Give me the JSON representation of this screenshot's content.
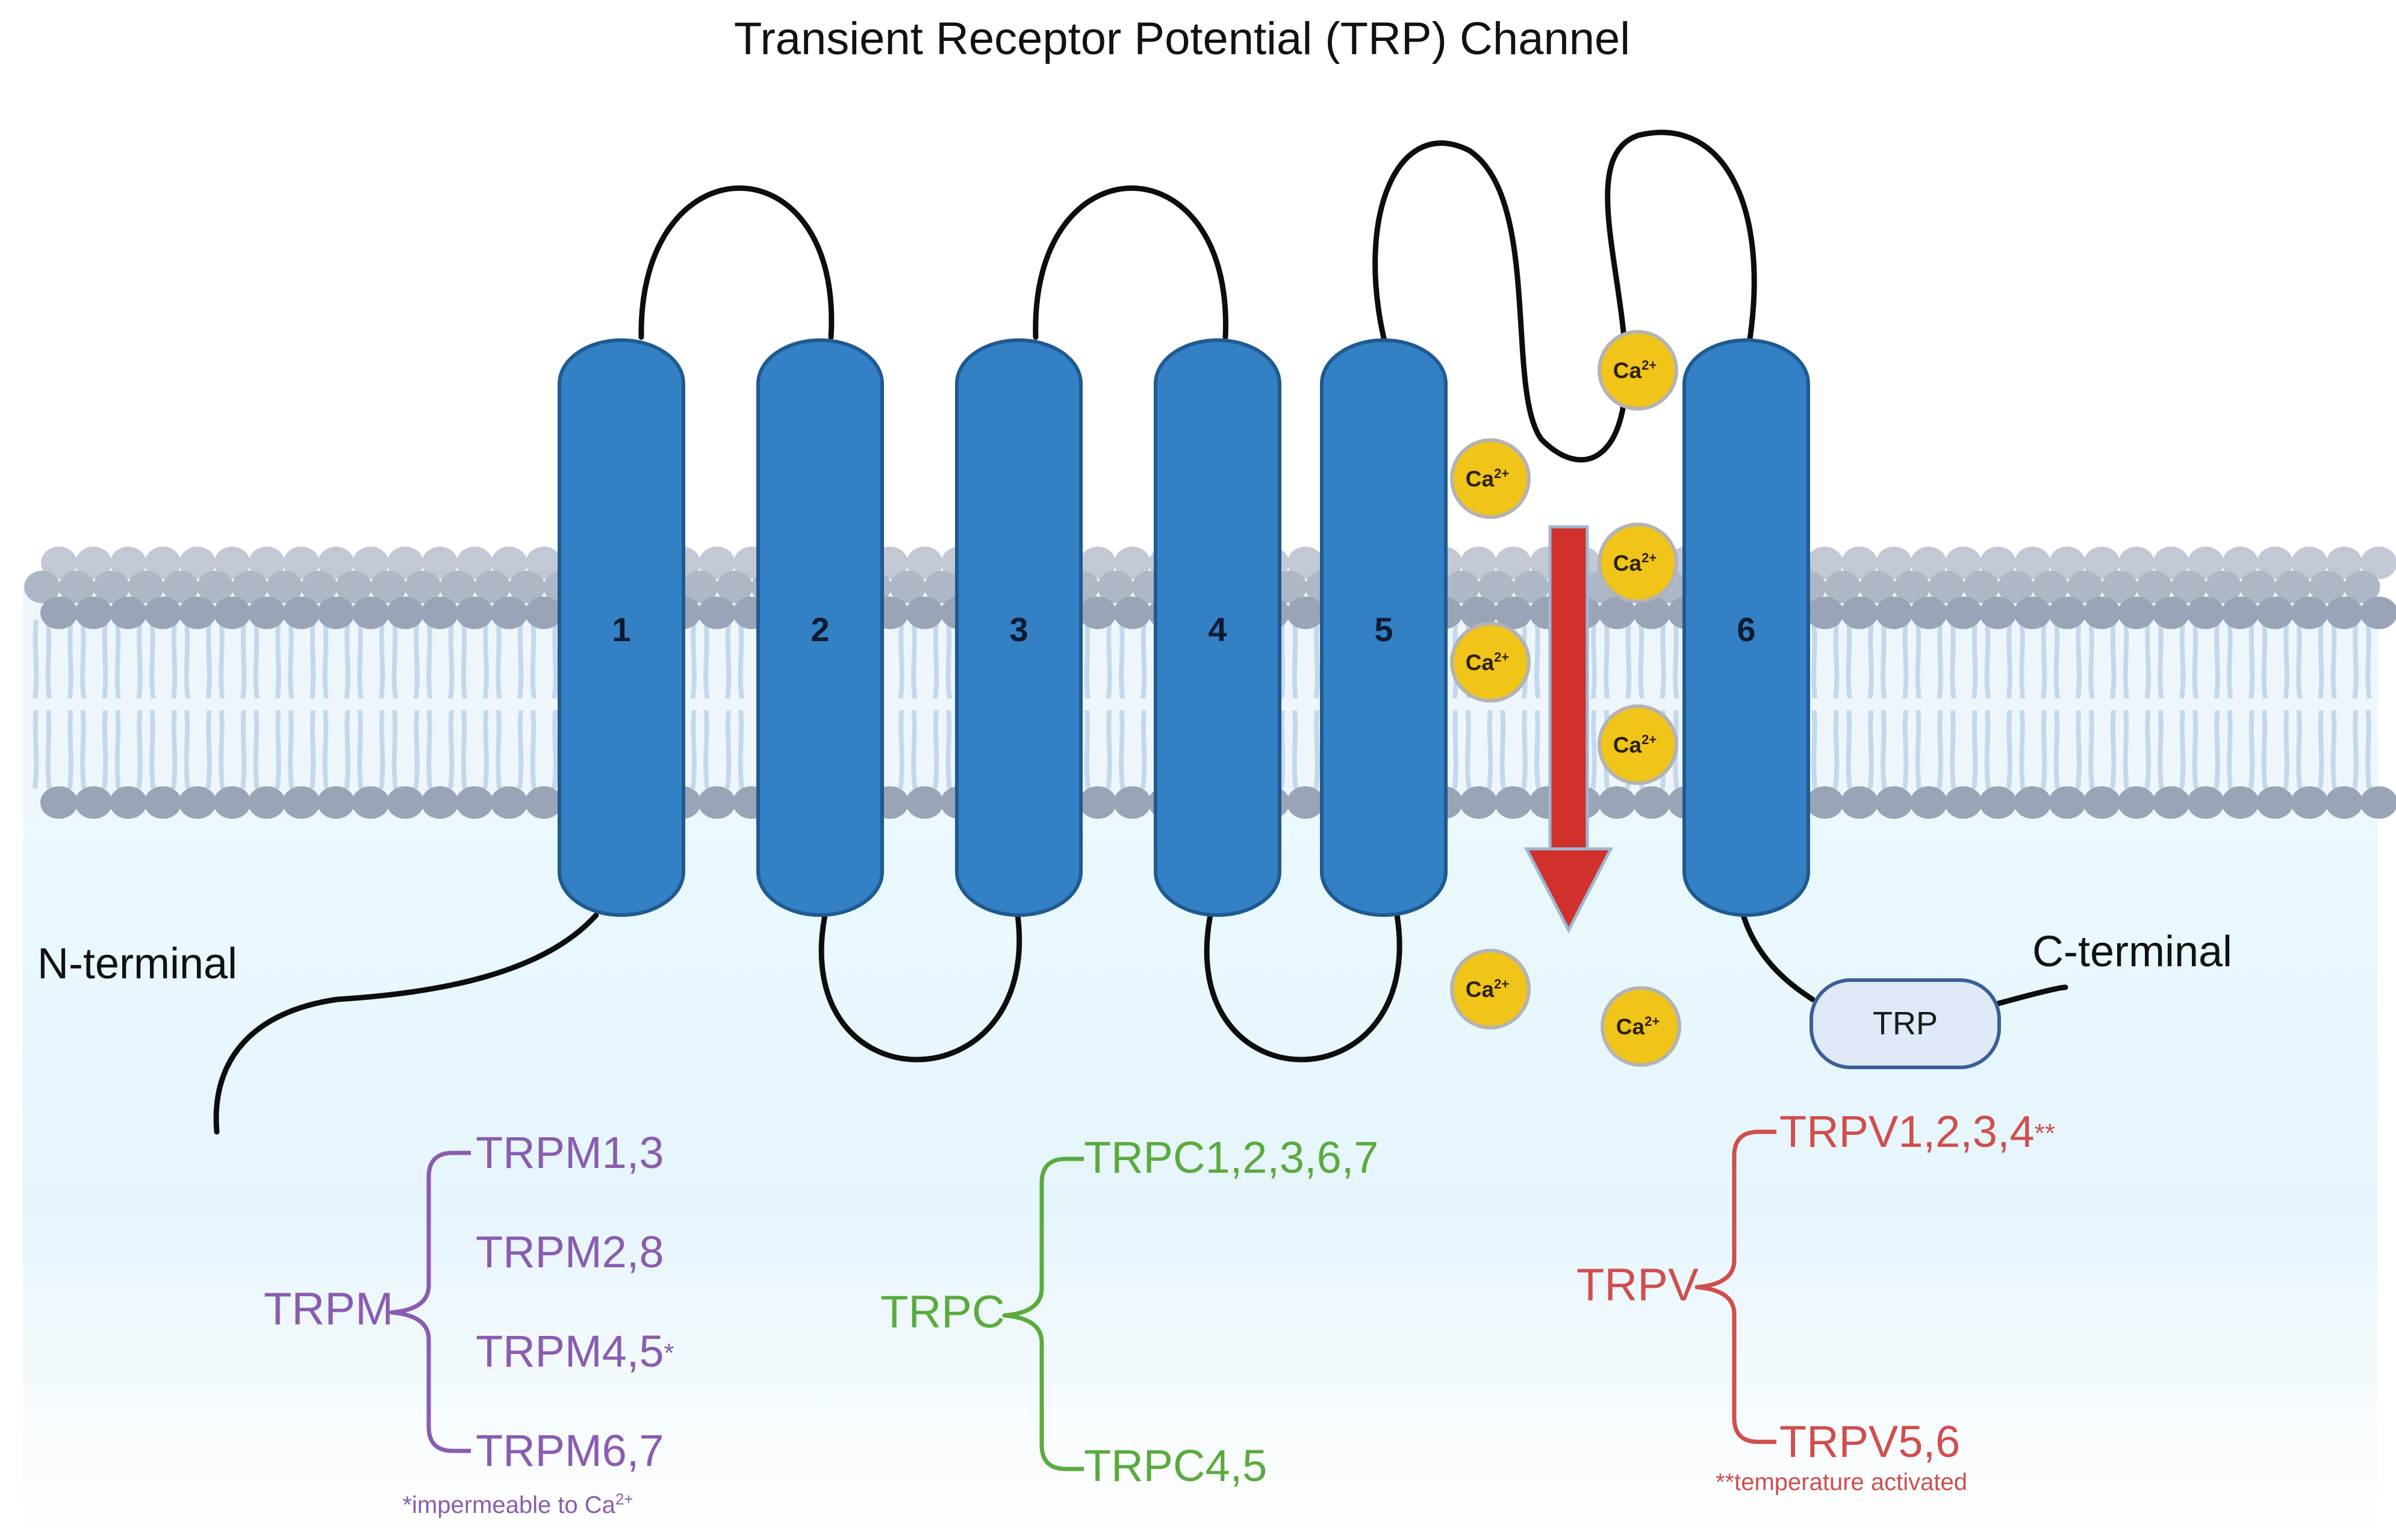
{
  "title": "Transient Receptor Potential (TRP) Channel",
  "segments": [
    "1",
    "2",
    "3",
    "4",
    "5",
    "6"
  ],
  "ion": {
    "base": "Ca",
    "charge": "2+"
  },
  "labels": {
    "n_terminal": "N-terminal",
    "c_terminal": "C-terminal",
    "trp_domain": "TRP"
  },
  "families": [
    {
      "name": "TRPM",
      "color": "#8a5cb0",
      "members": [
        {
          "text": "TRPM1,3",
          "mark": ""
        },
        {
          "text": "TRPM2,8",
          "mark": ""
        },
        {
          "text": "TRPM4,5",
          "mark": "*"
        },
        {
          "text": "TRPM6,7",
          "mark": ""
        }
      ],
      "footnote": "*impermeable to Ca",
      "footnote_sup": "2+"
    },
    {
      "name": "TRPC",
      "color": "#5aaa3d",
      "members": [
        {
          "text": "TRPC1,2,3,6,7",
          "mark": ""
        },
        {
          "text": "TRPC4,5",
          "mark": ""
        }
      ],
      "footnote": "",
      "footnote_sup": ""
    },
    {
      "name": "TRPV",
      "color": "#d04e4e",
      "members": [
        {
          "text": "TRPV1,2,3,4",
          "mark": "**"
        },
        {
          "text": "TRPV5,6",
          "mark": ""
        }
      ],
      "footnote": "**temperature activated",
      "footnote_sup": ""
    }
  ],
  "colors": {
    "segment": "#3380c4",
    "segment_stroke": "#1f5a91",
    "ion": "#f0c419",
    "ion_stroke": "#b3b3b3",
    "arrow": "#d0312d",
    "lipid_head": "#99a4b6",
    "lipid_head_back": "#c2c9d4",
    "lipid_tail": "#c4d8ec",
    "cytoplasm": "#def4fb",
    "trp_box": "#dfe9f7",
    "trp_box_stroke": "#3a5f94"
  }
}
